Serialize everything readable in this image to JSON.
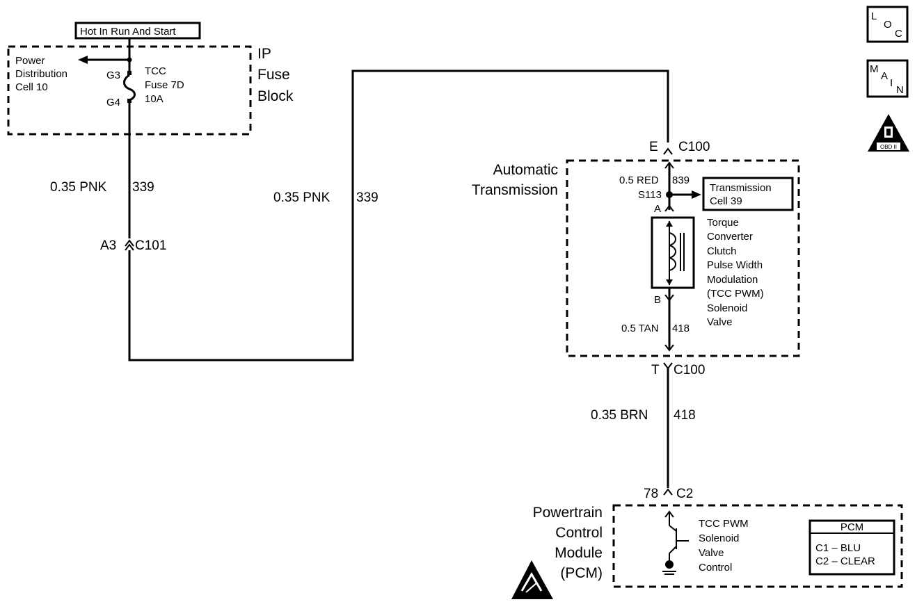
{
  "hot_label": "Hot In Run And Start",
  "fuse_block": {
    "title_lines": [
      "IP",
      "Fuse",
      "Block"
    ],
    "power_dist": [
      "Power",
      "Distribution",
      "Cell 10"
    ],
    "pin_top": "G3",
    "pin_bottom": "G4",
    "fuse_lines": [
      "TCC",
      "Fuse  7D",
      "10A"
    ]
  },
  "wire_left": {
    "label": "0.35 PNK",
    "circuit": "339"
  },
  "connector_c101": {
    "pin": "A3",
    "name": "C101"
  },
  "wire_middle": {
    "label": "0.35 PNK",
    "circuit": "339"
  },
  "connector_c100_top": {
    "pin": "E",
    "name": "C100"
  },
  "auto_trans": {
    "title_lines": [
      "Automatic",
      "Transmission"
    ],
    "wire_red": {
      "label": "0.5 RED",
      "circuit": "839"
    },
    "splice": "S113",
    "pin_a": "A",
    "pin_b": "B",
    "trans_ref": [
      "Transmission",
      "Cell 39"
    ],
    "solenoid_lines": [
      "Torque",
      "Converter",
      "Clutch",
      "Pulse Width",
      "Modulation",
      "(TCC PWM)",
      "Solenoid",
      "Valve"
    ],
    "wire_tan": {
      "label": "0.5 TAN",
      "circuit": "418"
    }
  },
  "connector_c100_bottom": {
    "pin": "T",
    "name": "C100"
  },
  "wire_brown": {
    "label": "0.35 BRN",
    "circuit": "418"
  },
  "connector_c2": {
    "pin": "78",
    "name": "C2"
  },
  "pcm": {
    "title_lines": [
      "Powertrain",
      "Control",
      "Module",
      "(PCM)"
    ],
    "control_lines": [
      "TCC PWM",
      "Solenoid",
      "Valve",
      "Control"
    ],
    "legend_title": "PCM",
    "legend_rows": [
      "C1  –  BLU",
      "C2  –  CLEAR"
    ]
  },
  "icons": {
    "loc": [
      "L",
      "O",
      "C"
    ],
    "main": [
      "M",
      "A",
      "I",
      "N"
    ],
    "obd": "OBD II"
  }
}
